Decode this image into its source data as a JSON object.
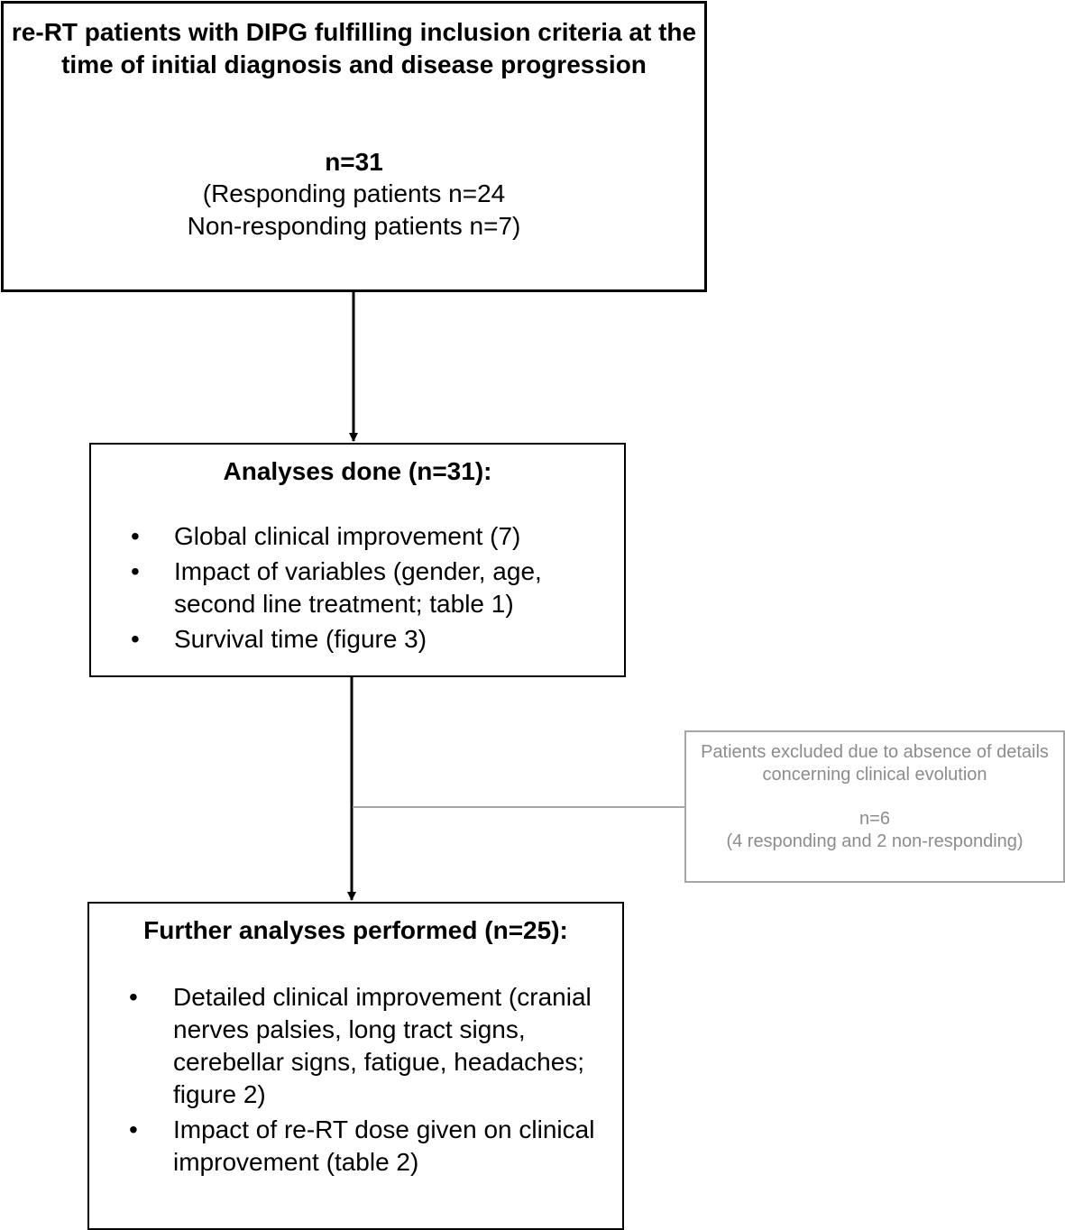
{
  "colors": {
    "main_border": "#000000",
    "side_border": "#a6a6a6",
    "side_text": "#8c8c8c",
    "background": "#ffffff"
  },
  "top_box": {
    "title": "re-RT patients with DIPG fulfilling inclusion criteria at the time of initial diagnosis and disease progression",
    "count": "n=31",
    "responding": "(Responding patients n=24",
    "non_responding": "Non-responding patients n=7)"
  },
  "middle_box": {
    "heading": "Analyses done (n=31):",
    "items": [
      "Global clinical improvement (7)",
      "Impact of variables (gender, age, second line treatment; table 1)",
      "Survival time (figure 3)"
    ]
  },
  "excluded_box": {
    "text": "Patients excluded due to absence of details concerning clinical evolution",
    "count": "n=6",
    "breakdown": "(4 responding and 2 non-responding)"
  },
  "bottom_box": {
    "heading": "Further analyses performed (n=25):",
    "items": [
      "Detailed clinical improvement (cranial nerves palsies, long tract signs, cerebellar signs, fatigue, headaches; figure 2)",
      "Impact of re-RT dose given on clinical improvement (table 2)"
    ]
  },
  "bullet_glyph": "•"
}
